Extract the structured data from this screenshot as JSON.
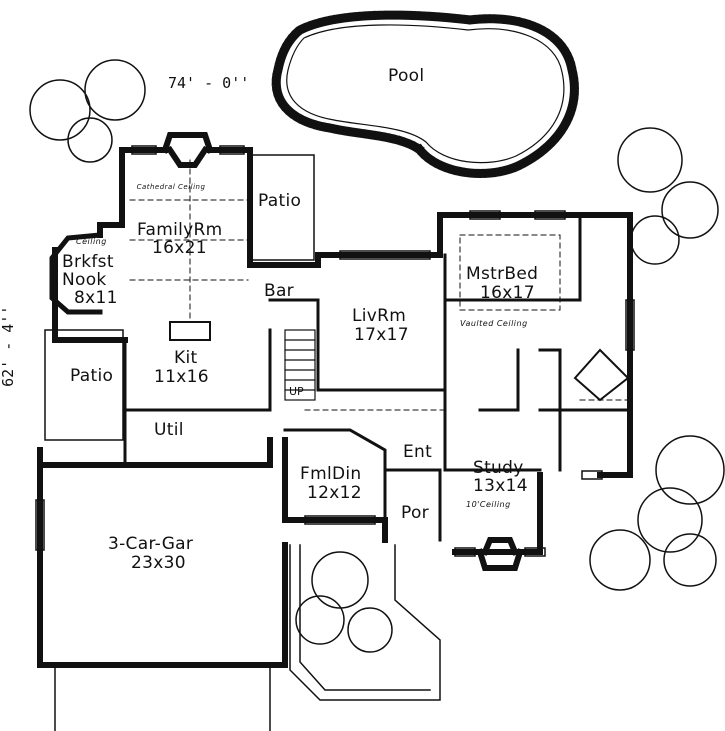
{
  "plan": {
    "overall_width": "74' - 0''",
    "overall_depth": "62' - 4''",
    "rooms": {
      "pool": {
        "name": "Pool"
      },
      "patio_top": {
        "name": "Patio"
      },
      "family": {
        "name": "FamilyRm",
        "size": "16x21",
        "note": "Cathedral Ceiling"
      },
      "nook": {
        "name_line1": "Brkfst",
        "name_line2": "Nook",
        "size": "8x11",
        "note": "Ceiling"
      },
      "bar": {
        "name": "Bar"
      },
      "living": {
        "name": "LivRm",
        "size": "17x17"
      },
      "master": {
        "name": "MstrBed",
        "size": "16x17",
        "note": "Vaulted Ceiling"
      },
      "patio_left": {
        "name": "Patio"
      },
      "kitchen": {
        "name": "Kit",
        "size": "11x16"
      },
      "up": {
        "name": "UP"
      },
      "util": {
        "name": "Util"
      },
      "entry": {
        "name": "Ent"
      },
      "study": {
        "name": "Study",
        "size": "13x14",
        "note": "10'Ceiling"
      },
      "dining": {
        "name": "FmlDin",
        "size": "12x12"
      },
      "porch": {
        "name": "Por"
      },
      "garage": {
        "name": "3-Car-Gar",
        "size": "23x30"
      }
    }
  }
}
